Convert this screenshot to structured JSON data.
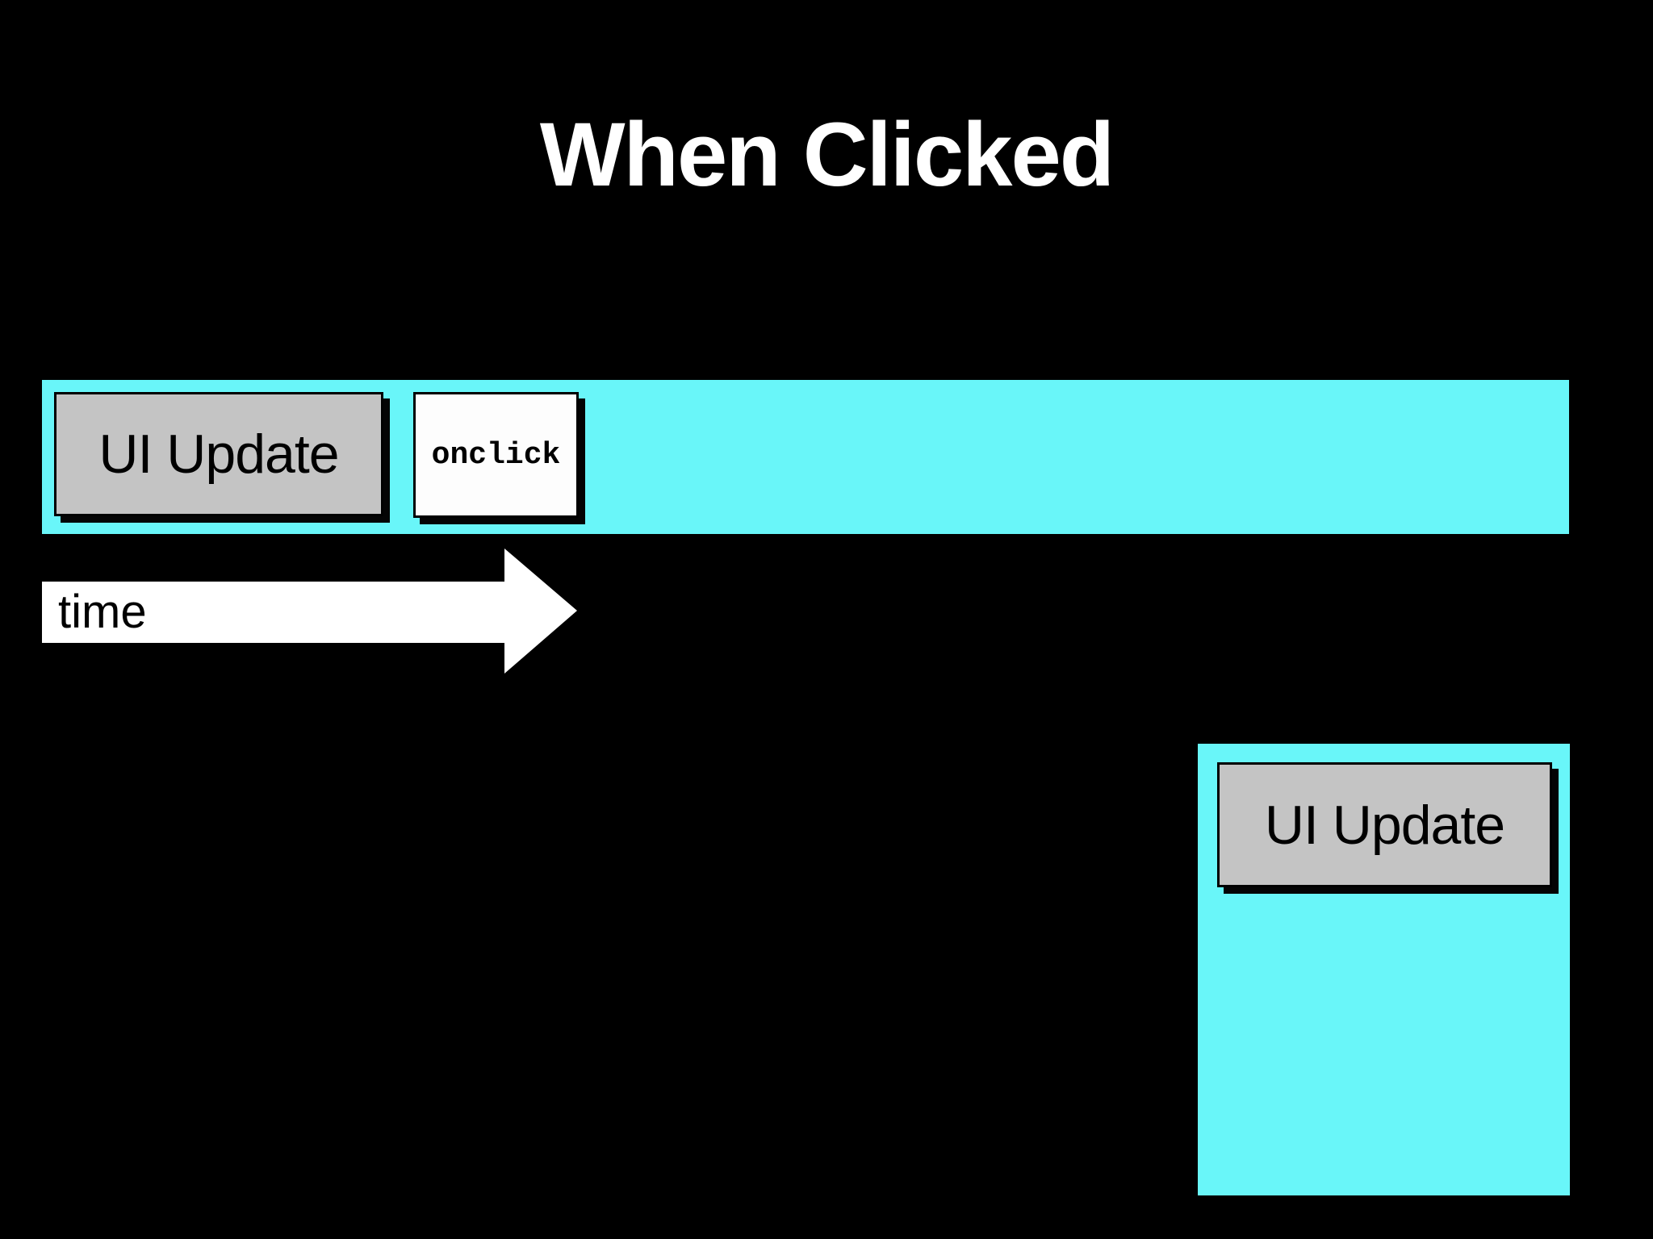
{
  "slide": {
    "title": "When Clicked",
    "colors": {
      "background": "#000000",
      "bar_cyan": "#69F6F9",
      "box_gray": "#C4C4C4",
      "box_white": "#FDFDFD",
      "border_black": "#000000",
      "title_white": "#FFFFFF"
    },
    "timeline_bar": {
      "ui_update_label": "UI Update",
      "onclick_label": "onclick"
    },
    "time_arrow": {
      "label": "time"
    },
    "deferred_box": {
      "ui_update_label": "UI Update"
    }
  }
}
